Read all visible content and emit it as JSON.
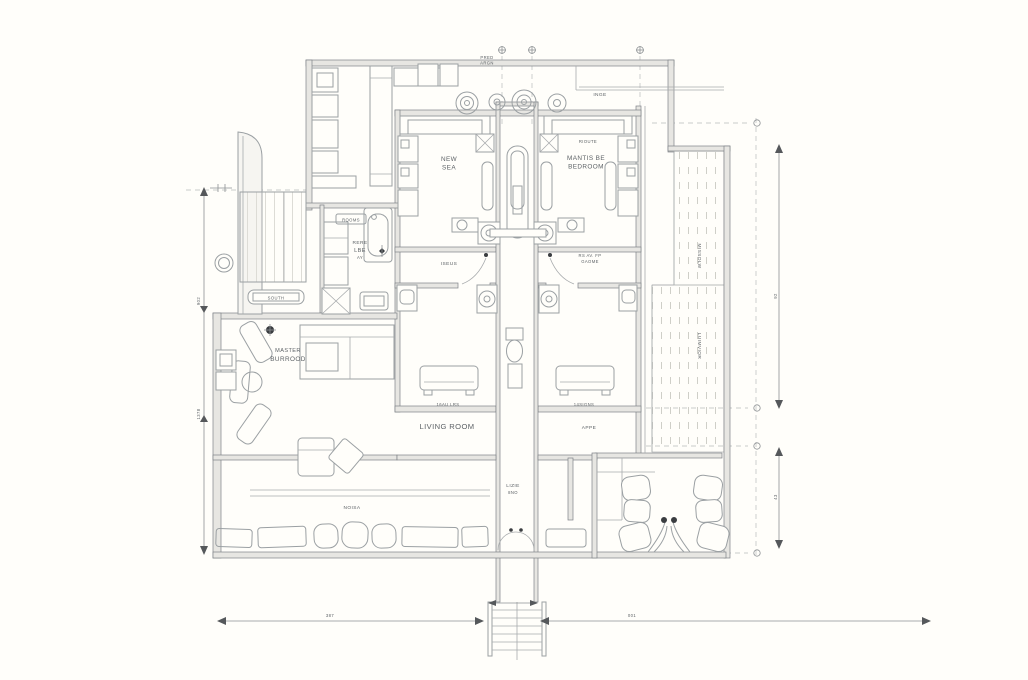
{
  "drawing_type": "architectural floor plan",
  "colors": {
    "background": "#fffefa",
    "wall_fill": "#e7e6e2",
    "wall_stroke": "#7e8287",
    "line": "#9ba0a3",
    "text": "#5d6266",
    "hatch": "#cfcfc8"
  },
  "labels": {
    "top_note_line1": "PRED",
    "top_note_line2": "ARGN",
    "entry_note": "INGE",
    "bedroom2_note": "RIOUTE",
    "bedroom1_line1": "NEW",
    "bedroom1_line2": "SEA",
    "bedroom2_line1": "MANTIS BE",
    "bedroom2_line2": "BEDROOM",
    "kitchen_tag": "ROOMS",
    "closet_line1": "RERE",
    "closet_line2": "LBE",
    "closet_line3": "AY",
    "hall_left": "ISEUS",
    "hall_right_line1": "RS AV. FP",
    "hall_right_line2": "GAOME",
    "bench_tag": "SOUTH",
    "master_line1": "MASTER",
    "master_line2": "BURROOD",
    "room_left_tag": "16AU LRS",
    "room_right_tag": "14SIGNS",
    "living_room": "LIVING ROOM",
    "right_zone": "APPE",
    "vestibule_line1": "LIZIE",
    "vestibule_line2": "8NO",
    "terrace_tag": "NOISA",
    "balcony_upper": "MISSOLW",
    "balcony_lower": "LUIMVIOR"
  },
  "dimensions": {
    "left_upper": "902",
    "left_lower": "1378",
    "right_upper": "92",
    "right_lower": "43",
    "bottom_left": "387",
    "bottom_right": "001"
  }
}
